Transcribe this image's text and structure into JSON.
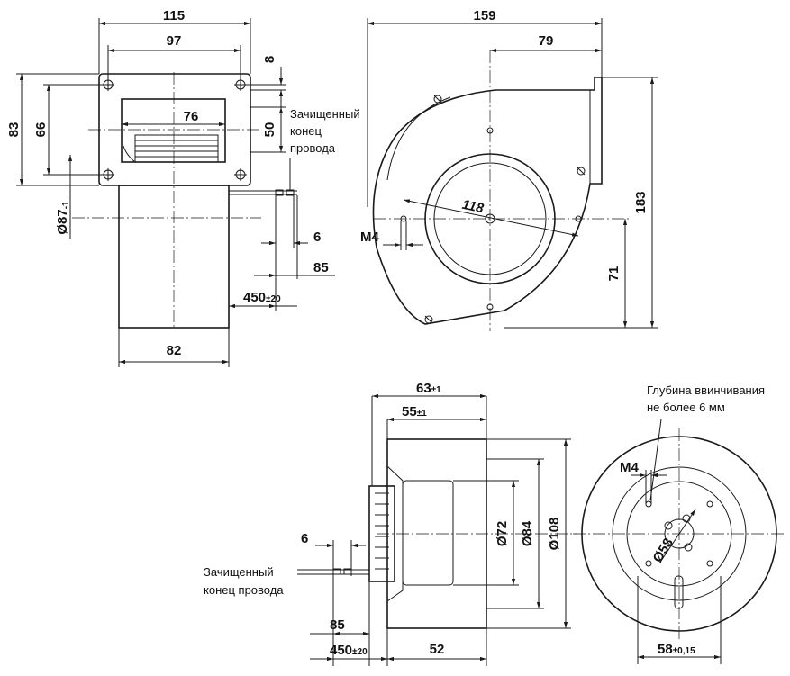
{
  "views": {
    "front": {
      "dims": {
        "w115": "115",
        "w97": "97",
        "w76": "76",
        "w82": "82",
        "h8": "8",
        "h50": "50",
        "h83": "83",
        "h66": "66",
        "d87": "Ø87",
        "d87_tol": "-1",
        "w6": "6",
        "w85": "85",
        "w450": "450",
        "w450_tol": "±20"
      },
      "note": [
        "Зачищенный",
        "конец",
        "провода"
      ]
    },
    "side": {
      "dims": {
        "w159": "159",
        "w79": "79",
        "h183": "183",
        "h71": "71",
        "d118": "118",
        "m4": "M4"
      }
    },
    "bottom_side": {
      "dims": {
        "w63": "63",
        "w63_tol": "±1",
        "w55": "55",
        "w55_tol": "±1",
        "d72": "Ø72",
        "d84": "Ø84",
        "d108": "Ø108",
        "w6": "6",
        "w85": "85",
        "w450": "450",
        "w450_tol": "±20",
        "w52": "52"
      },
      "note": [
        "Зачищенный",
        "конец провода"
      ]
    },
    "rear": {
      "dims": {
        "m4": "M4",
        "d58": "Ø58",
        "w58": "58",
        "w58_tol": "±0,15"
      },
      "note": [
        "Глубина ввинчивания",
        "не более 6 мм"
      ]
    }
  }
}
